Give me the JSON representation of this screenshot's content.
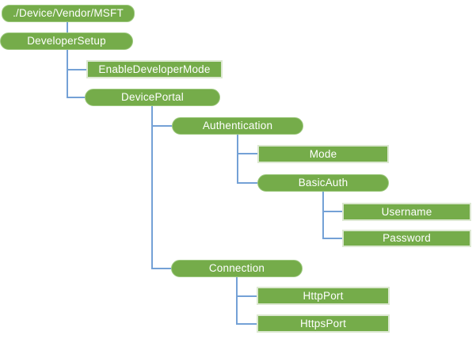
{
  "diagram": {
    "type": "tree",
    "colors": {
      "node_fill": "#75ac4a",
      "node_text": "#ffffff",
      "connector": "#74a1d6",
      "branch_border": "#9cc87d",
      "leaf_border": "#dce8d1"
    },
    "nodes": [
      {
        "id": "root-path",
        "label": "./Device/Vendor/MSFT",
        "shape": "rounded",
        "level": 0
      },
      {
        "id": "developer-setup",
        "label": "DeveloperSetup",
        "shape": "rounded",
        "level": 1
      },
      {
        "id": "enable-developer-mode",
        "label": "EnableDeveloperMode",
        "shape": "rect",
        "level": 2
      },
      {
        "id": "device-portal",
        "label": "DevicePortal",
        "shape": "rounded",
        "level": 2
      },
      {
        "id": "authentication",
        "label": "Authentication",
        "shape": "rounded",
        "level": 3
      },
      {
        "id": "mode",
        "label": "Mode",
        "shape": "rect",
        "level": 4
      },
      {
        "id": "basic-auth",
        "label": "BasicAuth",
        "shape": "rounded",
        "level": 4
      },
      {
        "id": "username",
        "label": "Username",
        "shape": "rect",
        "level": 5
      },
      {
        "id": "password",
        "label": "Password",
        "shape": "rect",
        "level": 5
      },
      {
        "id": "connection",
        "label": "Connection",
        "shape": "rounded",
        "level": 3
      },
      {
        "id": "http-port",
        "label": "HttpPort",
        "shape": "rect",
        "level": 4
      },
      {
        "id": "https-port",
        "label": "HttpsPort",
        "shape": "rect",
        "level": 4
      }
    ],
    "edges": [
      {
        "from": "root-path",
        "to": "developer-setup"
      },
      {
        "from": "developer-setup",
        "to": "EnableDeveloperMode"
      },
      {
        "from": "developer-setup",
        "to": "DevicePortal"
      },
      {
        "from": "device-portal",
        "to": "Authentication"
      },
      {
        "from": "device-portal",
        "to": "Connection"
      },
      {
        "from": "authentication",
        "to": "Mode"
      },
      {
        "from": "authentication",
        "to": "BasicAuth"
      },
      {
        "from": "basic-auth",
        "to": "Username"
      },
      {
        "from": "basic-auth",
        "to": "Password"
      },
      {
        "from": "connection",
        "to": "HttpPort"
      },
      {
        "from": "connection",
        "to": "HttpsPort"
      }
    ]
  }
}
